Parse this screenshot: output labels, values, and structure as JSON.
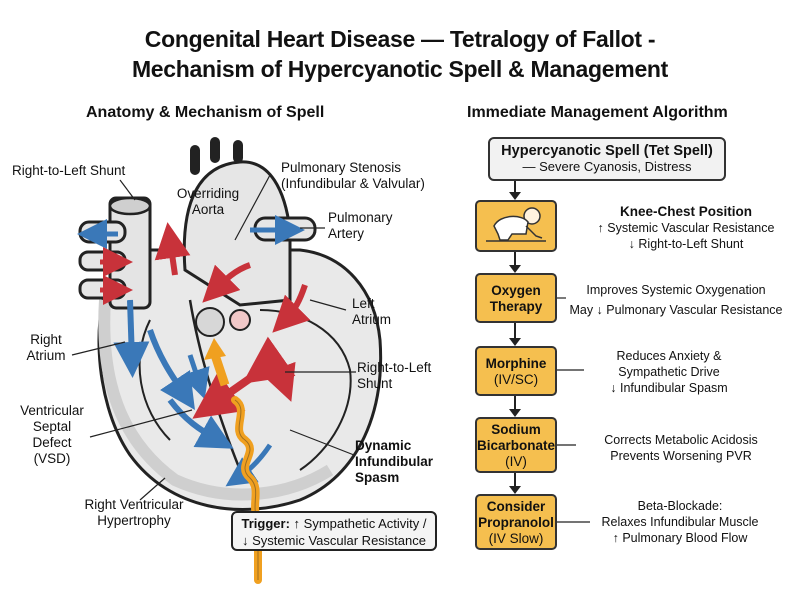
{
  "title": {
    "line1": "Congenital Heart Disease — Tetralogy of Fallot -",
    "line2": "Mechanism of Hypercyanotic Spell & Management"
  },
  "left_section": {
    "heading": "Anatomy & Mechanism of Spell",
    "labels": {
      "rl_shunt_top": "Right-to-Left Shunt",
      "overriding_aorta": "Overriding\nAorta",
      "pulm_stenosis": "Pulmonary Stenosis\n(Infundibular & Valvular)",
      "pulm_artery": "Pulmonary\nArtery",
      "left_atrium": "Left\nAtrium",
      "right_atrium": "Right\nAtrium",
      "rl_shunt_right": "Right-to-Left\nShunt",
      "vsd": "Ventricular\nSeptal\nDefect\n(VSD)",
      "dynamic_spasm": "Dynamic\nInfundibular\nSpasm",
      "rvh": "Right Ventricular\nHypertrophy"
    },
    "trigger": {
      "label": "Trigger:",
      "line1": "↑ Sympathetic Activity /",
      "line2": "↓ Systemic Vascular Resistance"
    }
  },
  "right_section": {
    "heading": "Immediate Management Algorithm",
    "start": {
      "title": "Hypercyanotic Spell (Tet Spell)",
      "subtitle": "— Severe Cyanosis, Distress"
    },
    "steps": [
      {
        "title": "Knee-Chest Position",
        "desc1": "↑ Systemic Vascular Resistance",
        "desc2": "↓ Right-to-Left Shunt"
      },
      {
        "title1": "Oxygen",
        "title2": "Therapy",
        "desc1": "Improves Systemic Oxygenation",
        "desc2": "May ↓ Pulmonary Vascular Resistance"
      },
      {
        "title1": "Morphine",
        "title2": "(IV/SC)",
        "desc1": "Reduces Anxiety &",
        "desc2": "Sympathetic Drive",
        "desc3": "↓ Infundibular Spasm"
      },
      {
        "title1": "Sodium",
        "title2": "Bicarbonate",
        "title3": "(IV)",
        "desc1": "Corrects Metabolic Acidosis",
        "desc2": "Prevents Worsening PVR"
      },
      {
        "title1": "Consider",
        "title2": "Propranolol",
        "title3": "(IV Slow)",
        "desc1": "Beta-Blockade:",
        "desc2": "Relaxes Infundibular Muscle",
        "desc3": "↑ Pulmonary Blood Flow"
      }
    ]
  },
  "colors": {
    "blue_flow": "#3a78b8",
    "red_flow": "#c8323a",
    "orange_flow": "#f0a020",
    "step_fill": "#f5bf4f",
    "heart_fill": "#e9e9e9"
  }
}
